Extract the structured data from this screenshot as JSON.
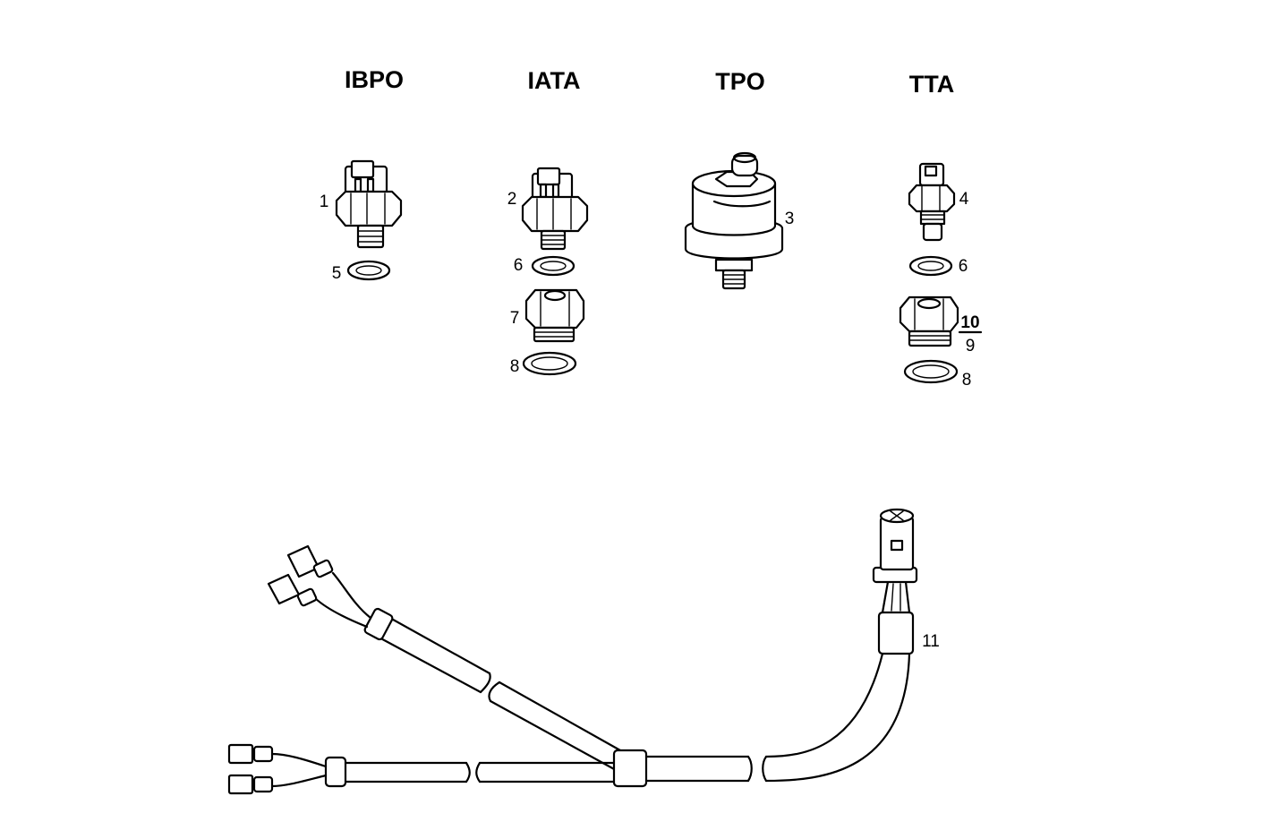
{
  "headers": {
    "ibpo": "IBPO",
    "iata": "IATA",
    "tpo": "TPO",
    "tta": "TTA"
  },
  "callouts": {
    "c1": "1",
    "c2": "2",
    "c3": "3",
    "c4": "4",
    "c5": "5",
    "c6a": "6",
    "c6b": "6",
    "c7": "7",
    "c8a": "8",
    "c8b": "8",
    "c9": "9",
    "c10": "10",
    "c11": "11"
  }
}
